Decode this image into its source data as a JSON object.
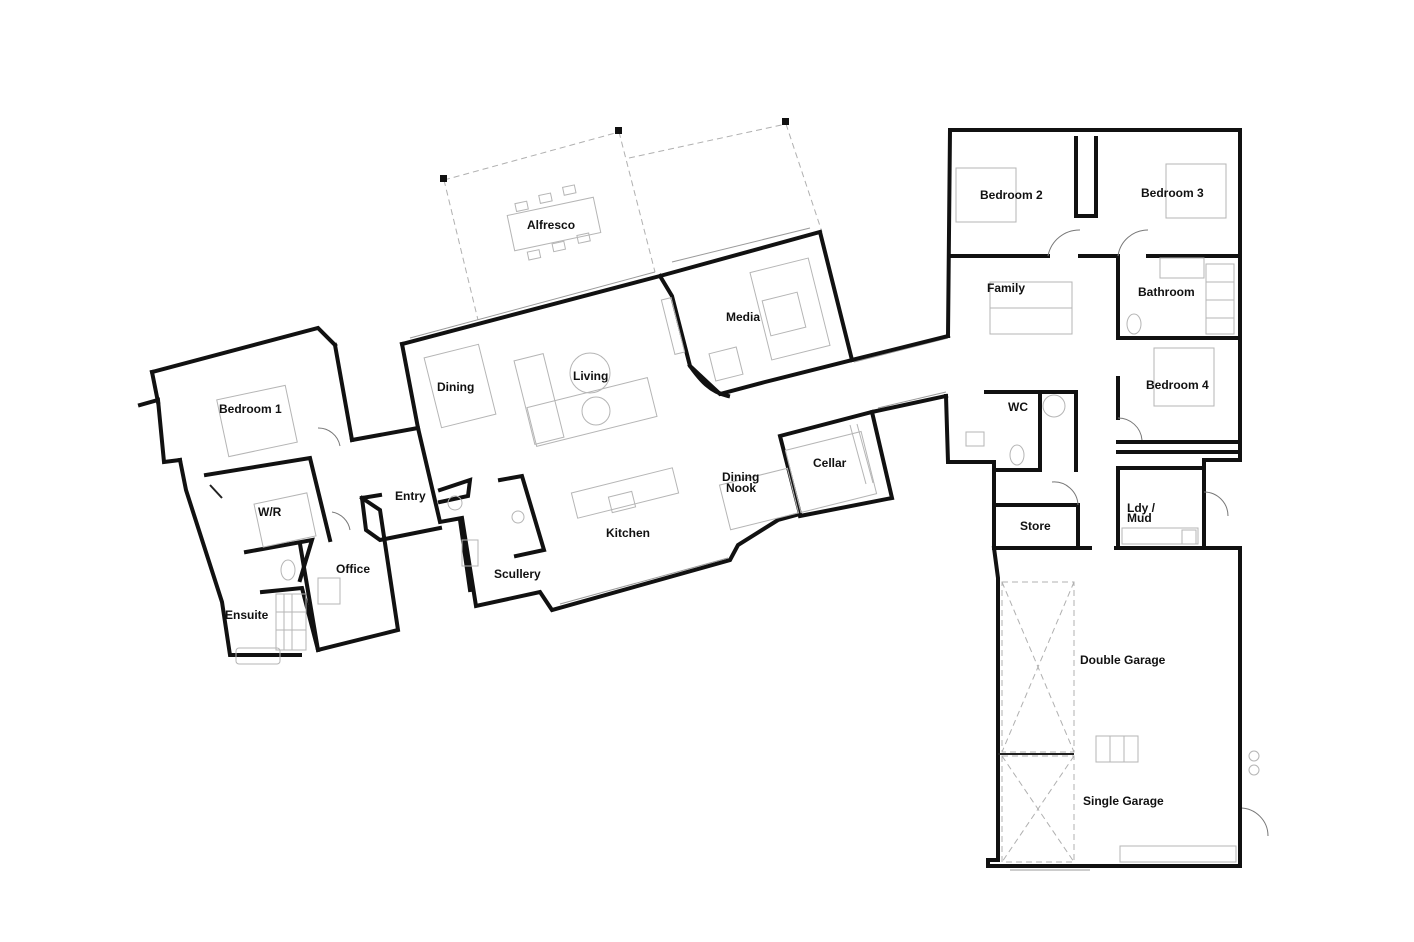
{
  "rooms": {
    "alfresco": "Alfresco",
    "bedroom1": "Bedroom 1",
    "dining": "Dining",
    "living": "Living",
    "media": "Media",
    "wr": "W/R",
    "entry": "Entry",
    "office": "Office",
    "ensuite": "Ensuite",
    "scullery": "Scullery",
    "kitchen": "Kitchen",
    "dining_nook_1": "Dining",
    "dining_nook_2": "Nook",
    "cellar": "Cellar",
    "bedroom2": "Bedroom 2",
    "bedroom3": "Bedroom 3",
    "family": "Family",
    "bathroom": "Bathroom",
    "bedroom4": "Bedroom 4",
    "wc": "WC",
    "store": "Store",
    "ldy_1": "Ldy /",
    "ldy_2": "Mud",
    "double_garage": "Double Garage",
    "single_garage": "Single Garage"
  },
  "colors": {
    "wall": "#111111",
    "furniture": "#b5b5b5",
    "background": "#ffffff"
  }
}
